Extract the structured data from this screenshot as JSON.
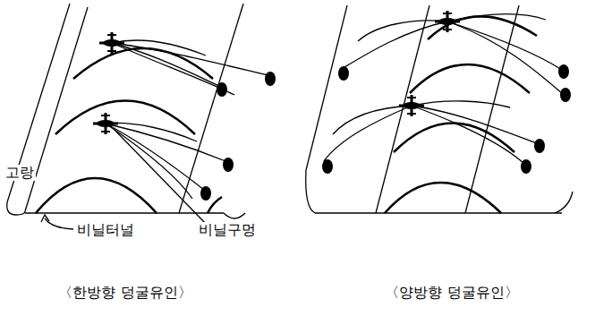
{
  "diagram": {
    "labels": [
      "고랑",
      "비닐터널",
      "비닐구멍",
      "〈한방향 덩굴유인〉",
      "〈양방향 덩굴유인〉"
    ]
  }
}
